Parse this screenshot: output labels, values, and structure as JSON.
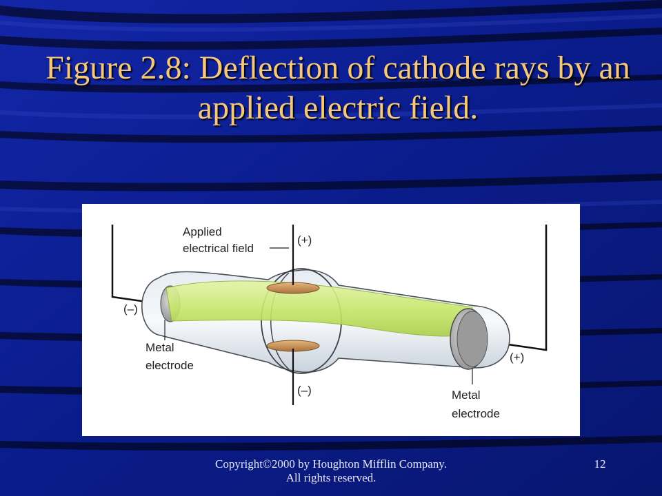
{
  "slide": {
    "title": "Figure 2.8: Deflection of cathode rays by an applied electric field.",
    "footer": "Copyright©2000 by Houghton Mifflin Company. All rights reserved.",
    "page_number": "12"
  },
  "figure": {
    "applied_field_line1": "Applied",
    "applied_field_line2": "electrical field",
    "top_plate_sign": "(+)",
    "bottom_plate_sign": "(–)",
    "left_electrode_sign": "(–)",
    "right_electrode_sign": "(+)",
    "left_electrode_line1": "Metal",
    "left_electrode_line2": "electrode",
    "right_electrode_line1": "Metal",
    "right_electrode_line2": "electrode"
  },
  "colors": {
    "background": "#0a1c8a",
    "title": "#f5c77f",
    "beam": "#c8e86a",
    "plate": "#c9935a"
  }
}
